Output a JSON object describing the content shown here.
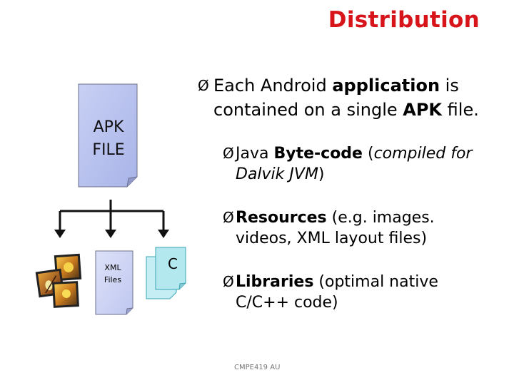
{
  "slide": {
    "title": "Distribution",
    "footer": "CMPE419 AU"
  },
  "apk_icon": {
    "line1": "APK",
    "line2": "FILE"
  },
  "xml_icon": {
    "line1": "XML",
    "line2": "Files"
  },
  "c_icon": {
    "label": "C"
  },
  "bullets": [
    {
      "marker": "Ø",
      "parts": [
        "Each Android ",
        "application",
        " is contained on a single ",
        "APK",
        " file."
      ]
    },
    {
      "marker": "Ø",
      "parts": [
        " Java ",
        "Byte-code",
        " (",
        "compiled for Dalvik JVM",
        ")"
      ]
    },
    {
      "marker": "Ø",
      "parts": [
        " ",
        "Resources",
        " (e.g. images. videos, XML layout files)"
      ]
    },
    {
      "marker": "Ø",
      "parts": [
        "Libraries",
        " (optimal native C/C++ code)"
      ]
    }
  ],
  "colors": {
    "title": "#d8141b",
    "apk_fill": "#b8c2ee",
    "xml_fill": "#cdd3f3",
    "c_fill": "#b8ecf2"
  }
}
